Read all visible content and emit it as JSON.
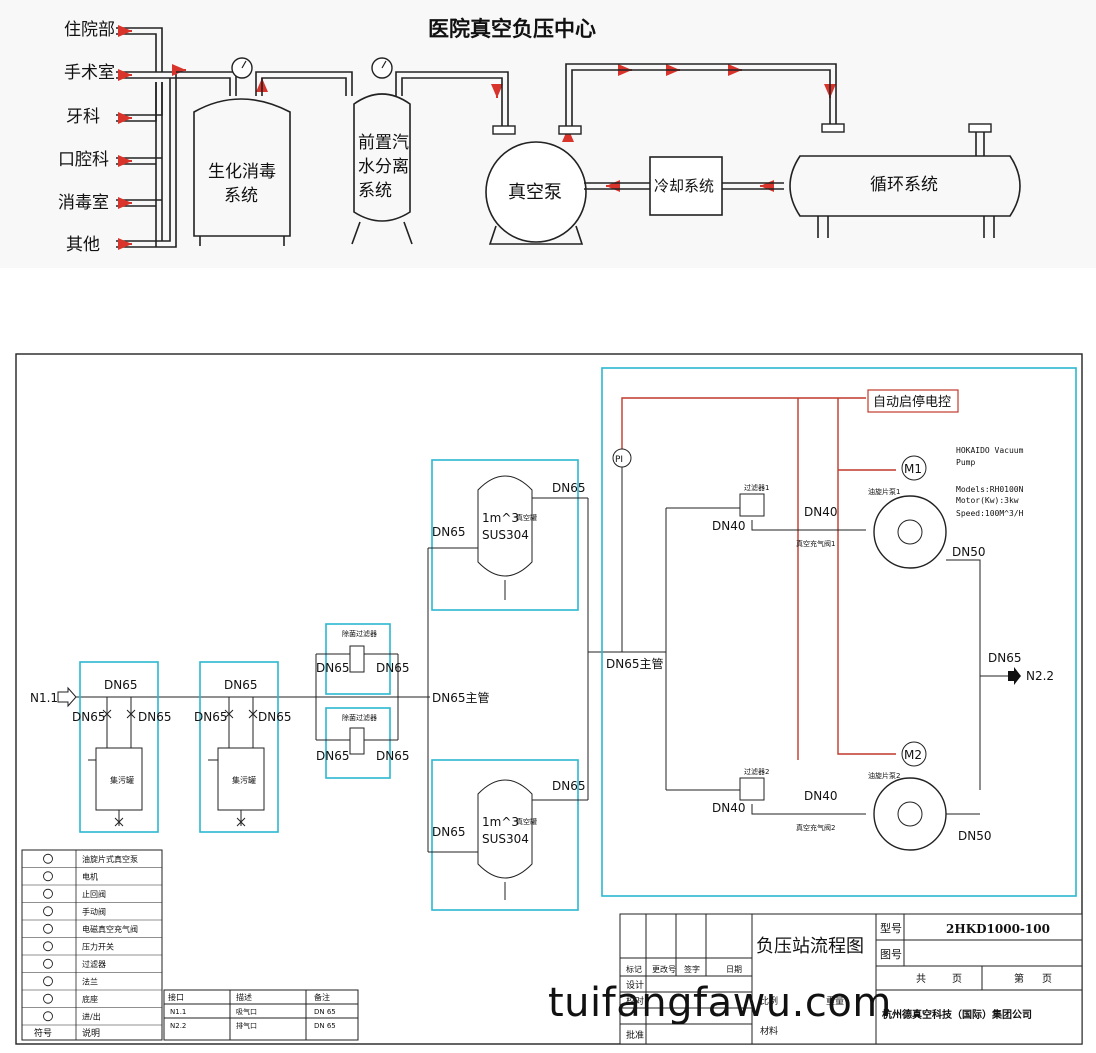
{
  "top": {
    "title": "医院真空负压中心",
    "sources": [
      "住院部",
      "手术室",
      "牙科",
      "口腔科",
      "消毒室",
      "其他"
    ],
    "tank1": [
      "生化消毒",
      "系统"
    ],
    "tank2": [
      "前置汽",
      "水分离",
      "系统"
    ],
    "pump": "真空泵",
    "cooling": "冷却系统",
    "circulation": "循环系统"
  },
  "flow": {
    "inlet": "N1.1",
    "outlet": "N2.2",
    "dn65": "DN65",
    "dn40": "DN40",
    "dn50": "DN50",
    "dn65_main": "DN65主管",
    "collector": "集污罐",
    "filter": "除菌过滤器",
    "vessel_l1": "1m^3",
    "vessel_l2": "SUS304",
    "vessel_tag": "真空罐",
    "pi": "PI",
    "control": "自动启停电控",
    "filter1": "过滤器1",
    "filter2": "过滤器2",
    "valve1": "真空充气阀1",
    "valve2": "真空充气阀2",
    "pump1_tag": "油旋片泵1",
    "pump2_tag": "油旋片泵2",
    "m1": "M1",
    "m2": "M2",
    "spec": {
      "l1": "HOKAIDO Vacuum",
      "l2": "Pump",
      "l3": "Models:RH0100N",
      "l4": "Motor(Kw):3kw",
      "l5": "Speed:100M^3/H"
    }
  },
  "legend": {
    "rows": [
      {
        "icon": "vane-pump-icon",
        "text": "油旋片式真空泵"
      },
      {
        "icon": "motor-icon",
        "text": "电机"
      },
      {
        "icon": "check-valve-icon",
        "text": "止回阀"
      },
      {
        "icon": "manual-valve-icon",
        "text": "手动阀"
      },
      {
        "icon": "solenoid-valve-icon",
        "text": "电磁真空充气阀"
      },
      {
        "icon": "pressure-switch-icon",
        "text": "压力开关"
      },
      {
        "icon": "filter-icon",
        "text": "过滤器"
      },
      {
        "icon": "flange-icon",
        "text": "法兰"
      },
      {
        "icon": "base-icon",
        "text": "底座"
      },
      {
        "icon": "in-out-icon",
        "text": "进/出"
      }
    ],
    "footer_left": "符号",
    "footer_right": "说明"
  },
  "ports": {
    "headers": [
      "接口",
      "描述",
      "备注"
    ],
    "rows": [
      [
        "N1.1",
        "吸气口",
        "DN 65"
      ],
      [
        "N2.2",
        "排气口",
        "DN 65"
      ]
    ]
  },
  "titleblock": {
    "name": "负压站流程图",
    "model_label": "型号",
    "model": "2HKD1000-100",
    "drawing_no_label": "图号",
    "total": "共",
    "pages": "页",
    "sheet": "第",
    "cols": [
      "标记",
      "更改号",
      "签字",
      "日期"
    ],
    "design": "设计",
    "proof": "校对",
    "approve": "批准",
    "weight": "重量",
    "ratio": "比例",
    "material": "材料",
    "company": "杭州德真空科技（国际）集团公司"
  },
  "watermark": "tuifangfawu.com",
  "colors": {
    "red": "#c0392b",
    "cyan": "#2bb7d1",
    "arrow": "#d9342b"
  }
}
